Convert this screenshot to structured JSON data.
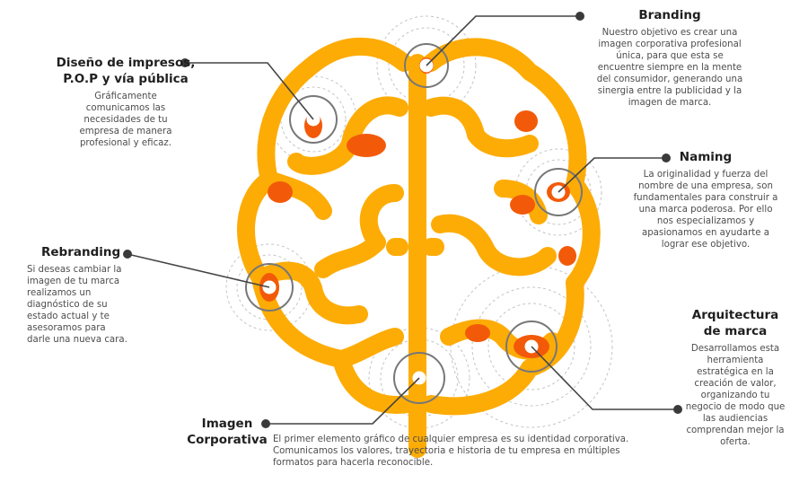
{
  "colors": {
    "brain": "#fdac06",
    "accent": "#f25a09",
    "line": "#444444",
    "dot": "#3a3a3a",
    "ring": "#777777",
    "dash": "#bdbdbd"
  },
  "items": [
    {
      "id": "disenos",
      "title": "Diseño de impresos,\nP.O.P y vía pública",
      "description": "Gráficamente comunicamos las necesidades de tu empresa de manera profesional y eficaz."
    },
    {
      "id": "branding",
      "title": "Branding",
      "description": "Nuestro objetivo es crear una imagen corporativa profesional única, para que esta se encuentre siempre en la mente del consumidor, generando una sinergia entre la publicidad y la imagen de marca."
    },
    {
      "id": "naming",
      "title": "Naming",
      "description": "La originalidad y fuerza del nombre de una empresa, son fundamentales para construir a una marca poderosa. Por ello nos especializamos y apasionamos en ayudarte a lograr ese objetivo."
    },
    {
      "id": "rebranding",
      "title": "Rebranding",
      "description": "Si deseas cambiar la imagen de tu marca realizamos un diagnóstico de su estado actual y te asesoramos para darle una nueva cara."
    },
    {
      "id": "arquitectura",
      "title": "Arquitectura\nde marca",
      "description": "Desarrollamos esta herramienta estratégica en la creación de valor, organizando tu negocio de modo que las audiencias comprendan mejor la oferta."
    },
    {
      "id": "imagen",
      "title": "Imagen\nCorporativa",
      "description": "El primer elemento gráfico de cualquier empresa es su identidad corporativa. Comunicamos los valores, trayectoria e historia de tu empresa en múltiples formatos para hacerla reconocible."
    }
  ]
}
